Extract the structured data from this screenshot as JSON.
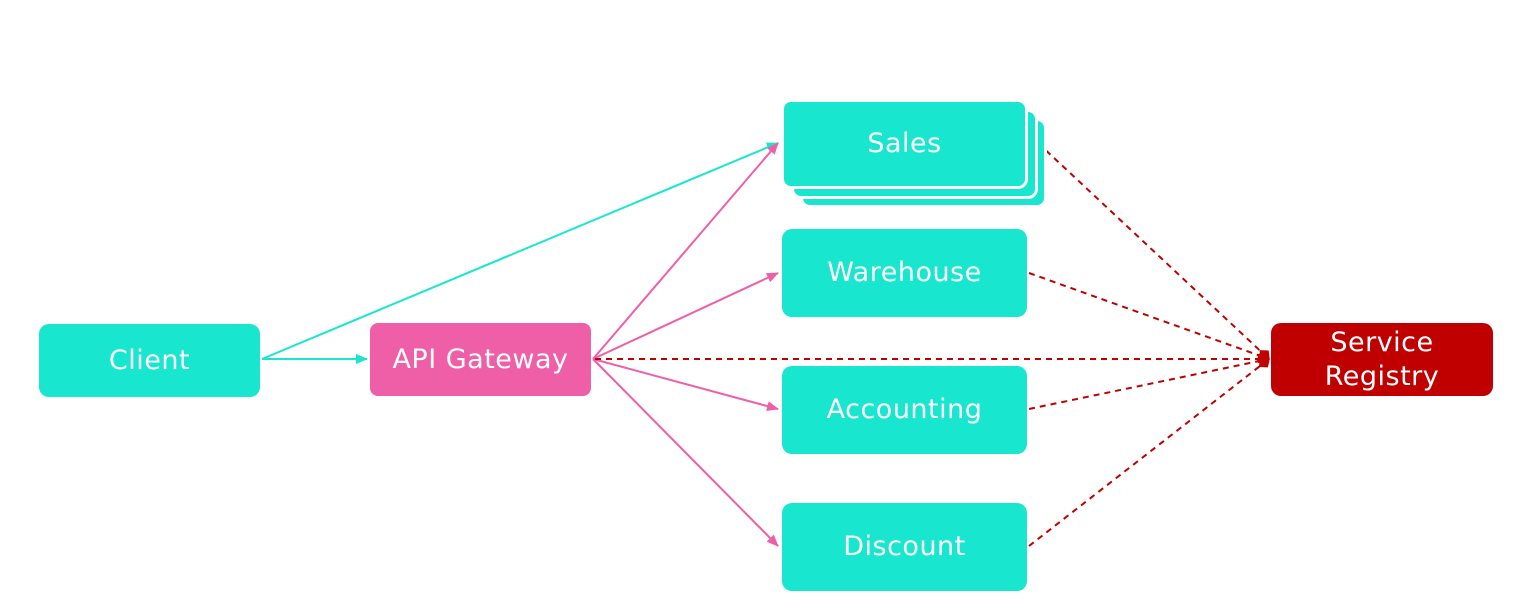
{
  "diagram": {
    "nodes": {
      "client": "Client",
      "gateway": "API Gateway",
      "sales": "Sales",
      "warehouse": "Warehouse",
      "accounting": "Accounting",
      "discount": "Discount",
      "registry_line1": "Service",
      "registry_line2": "Registry"
    },
    "edges": [
      {
        "from": "client",
        "to": "sales",
        "style": "solid",
        "color": "#19e6cf"
      },
      {
        "from": "client",
        "to": "gateway",
        "style": "solid",
        "color": "#19e6cf"
      },
      {
        "from": "gateway",
        "to": "sales",
        "style": "solid",
        "color": "#ef5fa7"
      },
      {
        "from": "gateway",
        "to": "warehouse",
        "style": "solid",
        "color": "#ef5fa7"
      },
      {
        "from": "gateway",
        "to": "accounting",
        "style": "solid",
        "color": "#ef5fa7"
      },
      {
        "from": "gateway",
        "to": "discount",
        "style": "solid",
        "color": "#ef5fa7"
      },
      {
        "from": "sales",
        "to": "registry",
        "style": "dashed",
        "color": "#c00000"
      },
      {
        "from": "warehouse",
        "to": "registry",
        "style": "dashed",
        "color": "#c00000"
      },
      {
        "from": "gateway",
        "to": "registry",
        "style": "dashed",
        "color": "#c00000"
      },
      {
        "from": "accounting",
        "to": "registry",
        "style": "dashed",
        "color": "#c00000"
      },
      {
        "from": "discount",
        "to": "registry",
        "style": "dashed",
        "color": "#c00000"
      }
    ],
    "colors": {
      "service": "#19e6cf",
      "gateway": "#ef5fa7",
      "registry": "#c00000"
    }
  }
}
